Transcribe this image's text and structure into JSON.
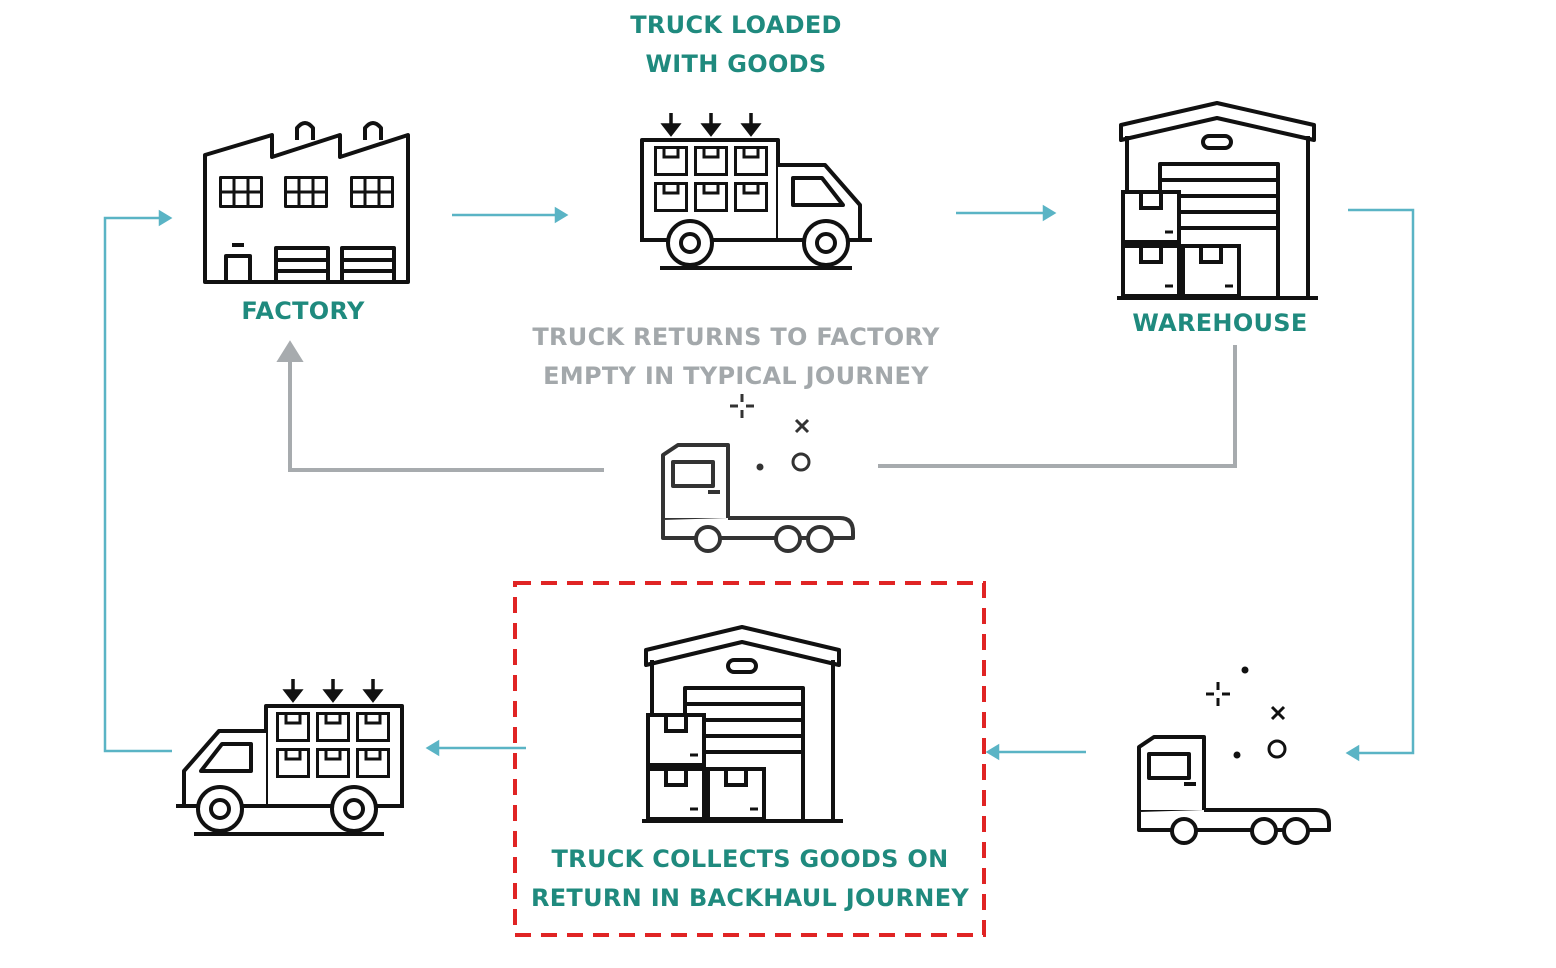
{
  "labels": {
    "truck_loaded_line1": "TRUCK LOADED",
    "truck_loaded_line2": "WITH GOODS",
    "factory": "FACTORY",
    "warehouse": "WAREHOUSE",
    "returns_empty_line1": "TRUCK RETURNS TO FACTORY",
    "returns_empty_line2": "EMPTY IN TYPICAL JOURNEY",
    "backhaul_line1": "TRUCK COLLECTS GOODS ON",
    "backhaul_line2": "RETURN IN BACKHAUL JOURNEY"
  },
  "colors": {
    "label_teal": "#1f8a7e",
    "label_gray": "#a3a8ab",
    "flow_arrow": "#5ab4c5",
    "return_arrow": "#a7abae",
    "highlight_border": "#e02424",
    "icon_stroke": "#111111"
  },
  "icons": {
    "factory": "factory-icon",
    "loaded_truck": "loaded-truck-icon",
    "warehouse": "warehouse-icon",
    "empty_truck": "empty-tractor-truck-icon",
    "backhaul_warehouse": "warehouse-icon",
    "backhaul_loaded_truck": "loaded-truck-icon"
  }
}
